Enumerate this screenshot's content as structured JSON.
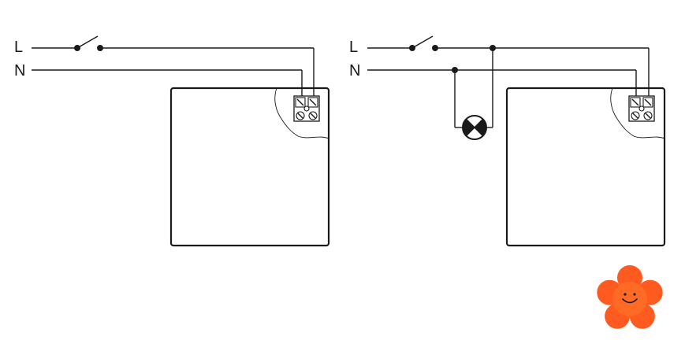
{
  "diagrams": [
    {
      "line_label": "L",
      "neutral_label": "N"
    },
    {
      "line_label": "L",
      "neutral_label": "N"
    }
  ],
  "icons": {
    "switch": "switch-icon",
    "lamp": "lamp-icon",
    "terminal": "terminal-block-icon",
    "mascot": "flower-mascot-icon"
  },
  "colors": {
    "ink": "#1a1a1a",
    "flower_petal": "#ff5a1f",
    "flower_center": "#ff7a2a"
  }
}
